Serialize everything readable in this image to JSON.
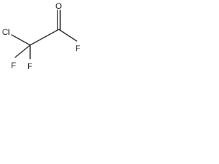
{
  "molecule": {
    "atoms": {
      "chlorine": "Cl",
      "oxygen": "O",
      "fluorine_acyl": "F",
      "fluorine_bottom_left": "F",
      "fluorine_bottom_right": "F"
    }
  }
}
